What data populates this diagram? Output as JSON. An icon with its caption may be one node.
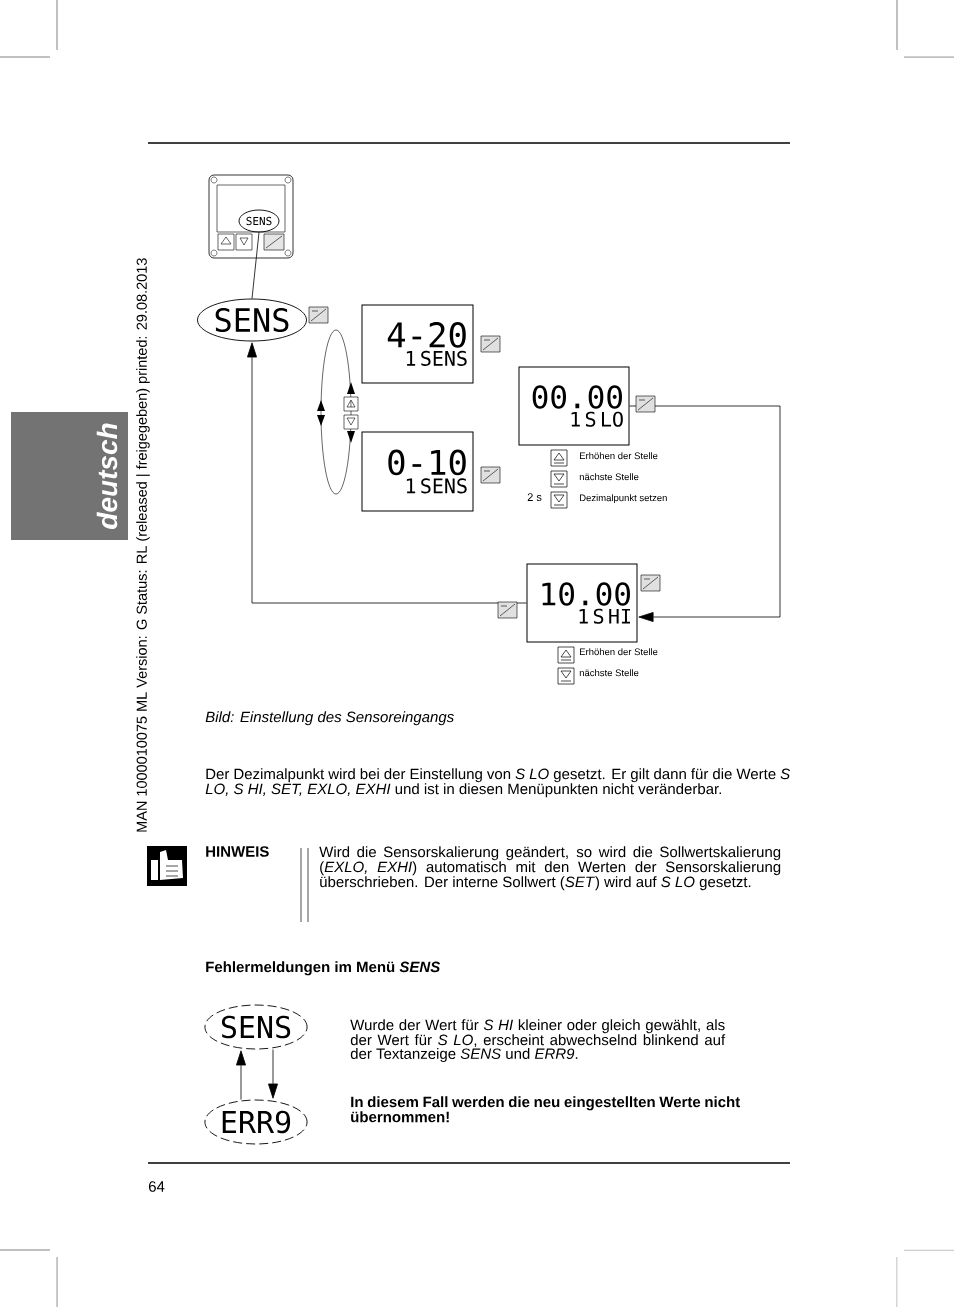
{
  "diagram": {
    "caption": "Bild: Einstellung des Sensoreingangs",
    "nodes": [
      {
        "text": [],
        "shape": "picture"
      },
      {
        "text": [
          "SENS"
        ],
        "in": 0
      },
      {
        "text": [
          "SENS"
        ]
      },
      {
        "text": [
          "4-20",
          "1 SENS"
        ]
      },
      {
        "text": [
          "0-10",
          "1 SENS"
        ]
      },
      {
        "text": [
          "00.00",
          "1 S LO"
        ]
      },
      {
        "text": [
          "10.00",
          "1 S HI"
        ]
      },
      {
        "text": [
          "SENS"
        ]
      },
      {
        "text": [
          "ERR9"
        ]
      }
    ],
    "edges": [
      {
        "from": 1,
        "to": 2,
        "arrow": "none"
      },
      {
        "from": 5,
        "to": 6,
        "arrow": "to"
      },
      {
        "from": 6,
        "to": 2,
        "arrow": "to"
      },
      {
        "from": 7,
        "to": 8,
        "arrow": "to"
      },
      {
        "from": 8,
        "to": 7,
        "arrow": "to"
      }
    ],
    "labels": [
      "MAN 1000010075 ML Version: G Status: RL (released | freigegeben) printed: 29.08.2013",
      "deutsch",
      "Erhöhen der Stelle",
      "nächste Stelle",
      "2 s",
      "Dezimalpunkt setzen",
      "Erhöhen der Stelle",
      "nächste Stelle",
      "Der Dezimalpunkt wird bei der Einstellung von *S LO* gesetzt. Er gilt dann für die Werte *S LO, S HI, SET, EXLO, EXHI* und ist in diesen Menüpunkten nicht veränderbar.",
      "HINWEIS",
      "Wird die Sensorskalierung geändert, so wird die Sollwertskalierung (*EXLO, EXHI*) automatisch mit den Werten der Sensorskalierung überschrieben. Der interne Sollwert (*SET*) wird auf *S LO* gesetzt.",
      "Fehlermeldungen im Menü *SENS*",
      "Wurde der Wert für *S HI* kleiner oder gleich gewählt, als der Wert für *S LO*, erscheint abwechselnd blinkend auf der Textanzeige *SENS* und *ERR9*.",
      "In diesem Fall werden die neu eingestellten Werte nicht übernommen!",
      "64"
    ]
  }
}
